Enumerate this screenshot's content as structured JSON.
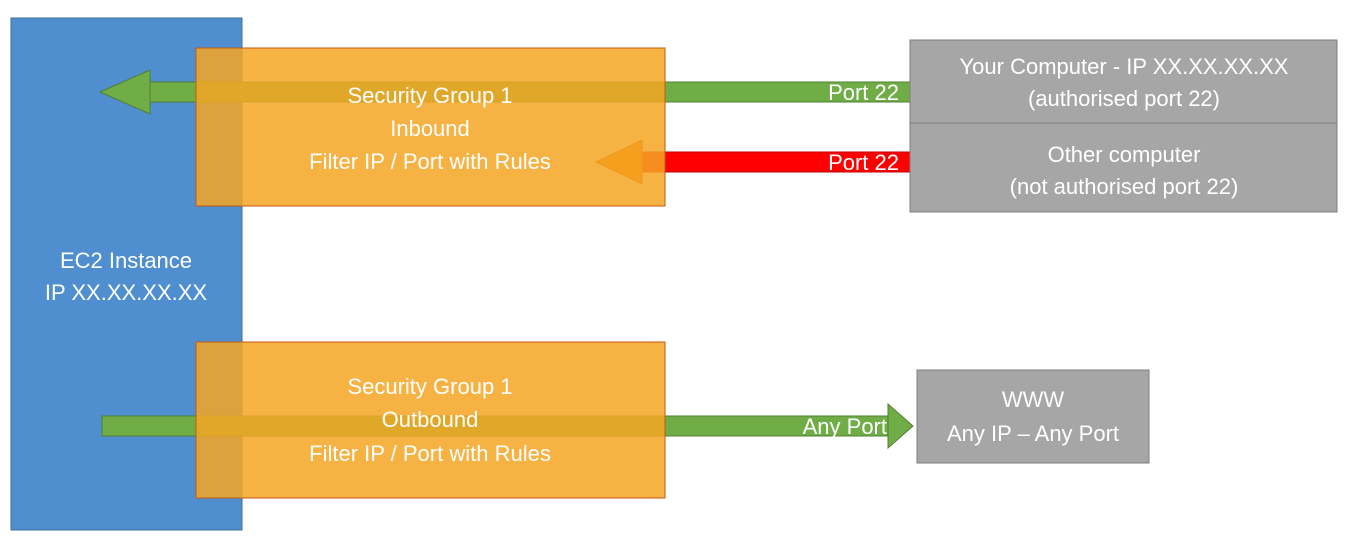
{
  "ec2": {
    "line1": "EC2 Instance",
    "line2": "IP XX.XX.XX.XX"
  },
  "inbound": {
    "line1": "Security Group 1",
    "line2": "Inbound",
    "line3": "Filter IP / Port with Rules"
  },
  "outbound": {
    "line1": "Security Group 1",
    "line2": "Outbound",
    "line3": "Filter IP / Port with Rules"
  },
  "your_computer": {
    "line1": "Your Computer - IP XX.XX.XX.XX",
    "line2": "(authorised port 22)"
  },
  "other_computer": {
    "line1": "Other computer",
    "line2": "(not authorised port 22)"
  },
  "www": {
    "line1": "WWW",
    "line2": "Any IP – Any Port"
  },
  "arrows": {
    "allowed_label": "Port 22",
    "blocked_label": "Port 22",
    "outbound_label": "Any Port"
  },
  "colors": {
    "ec2": "#4f8fcf",
    "security_group": "#f5a623",
    "host_box": "#a6a6a6",
    "allowed_arrow": "#70ad47",
    "blocked_arrow": "#ff0000",
    "blocked_head": "#f47c00"
  }
}
